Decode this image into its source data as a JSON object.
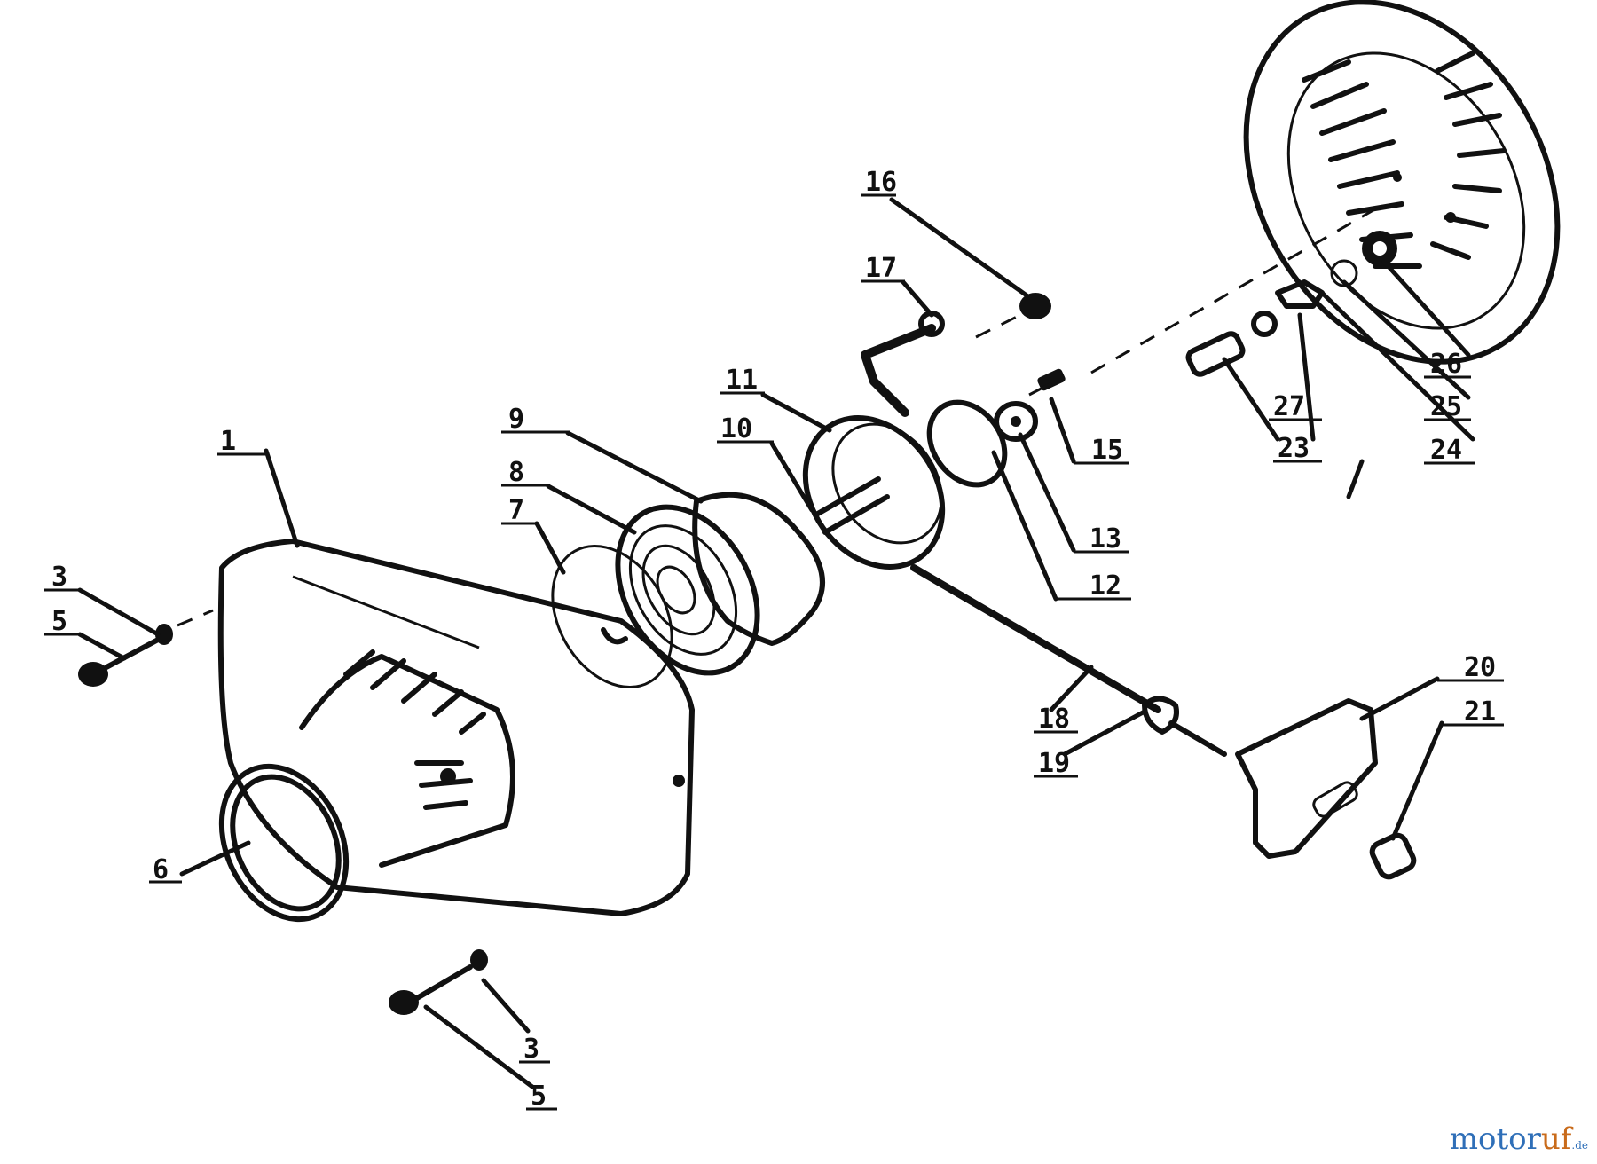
{
  "callouts": [
    "1",
    "3",
    "5",
    "6",
    "7",
    "8",
    "9",
    "10",
    "11",
    "12",
    "13",
    "15",
    "16",
    "17",
    "18",
    "19",
    "20",
    "21",
    "23",
    "24",
    "25",
    "26",
    "27"
  ],
  "watermark": {
    "part1": "motor",
    "part2": "uf",
    "part3": ".de"
  },
  "line_color": "#111111",
  "watermark_colors": {
    "primary": "#2f6fb8",
    "accent": "#c96b1b"
  }
}
